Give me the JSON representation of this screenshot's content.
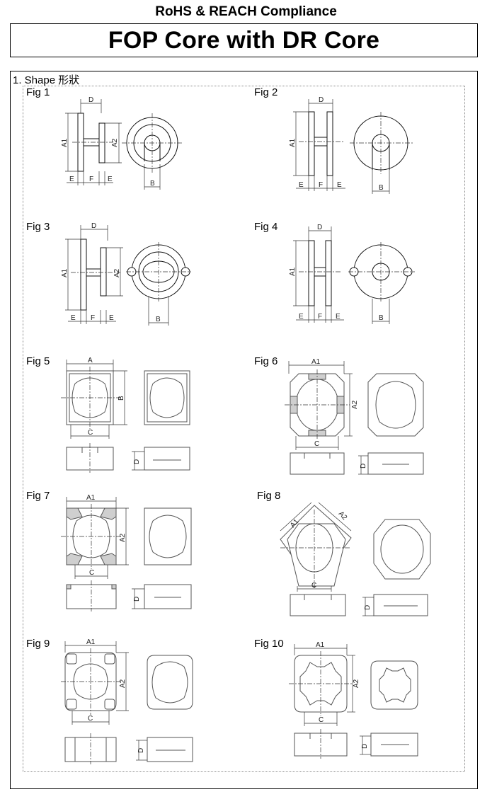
{
  "header": {
    "compliance": "RoHS & REACH Compliance",
    "title": "FOP Core with DR Core"
  },
  "section": {
    "label": "1. Shape 形狀"
  },
  "figures": [
    {
      "label": "Fig 1",
      "dims": [
        "D",
        "A1",
        "A2",
        "E",
        "F",
        "E",
        "B"
      ]
    },
    {
      "label": "Fig 2",
      "dims": [
        "D",
        "A1",
        "E",
        "F",
        "E",
        "B"
      ]
    },
    {
      "label": "Fig 3",
      "dims": [
        "D",
        "A1",
        "A2",
        "E",
        "F",
        "E",
        "B"
      ]
    },
    {
      "label": "Fig 4",
      "dims": [
        "D",
        "A1",
        "E",
        "F",
        "E",
        "B"
      ]
    },
    {
      "label": "Fig 5",
      "dims": [
        "A",
        "B",
        "C",
        "D"
      ]
    },
    {
      "label": "Fig 6",
      "dims": [
        "A1",
        "A2",
        "C",
        "D"
      ]
    },
    {
      "label": "Fig 7",
      "dims": [
        "A1",
        "A2",
        "C",
        "D"
      ]
    },
    {
      "label": "Fig 8",
      "dims": [
        "A1",
        "A2",
        "C",
        "D"
      ]
    },
    {
      "label": "Fig 9",
      "dims": [
        "A1",
        "A2",
        "C",
        "D"
      ]
    },
    {
      "label": "Fig 10",
      "dims": [
        "A1",
        "A2",
        "C",
        "D"
      ]
    }
  ]
}
